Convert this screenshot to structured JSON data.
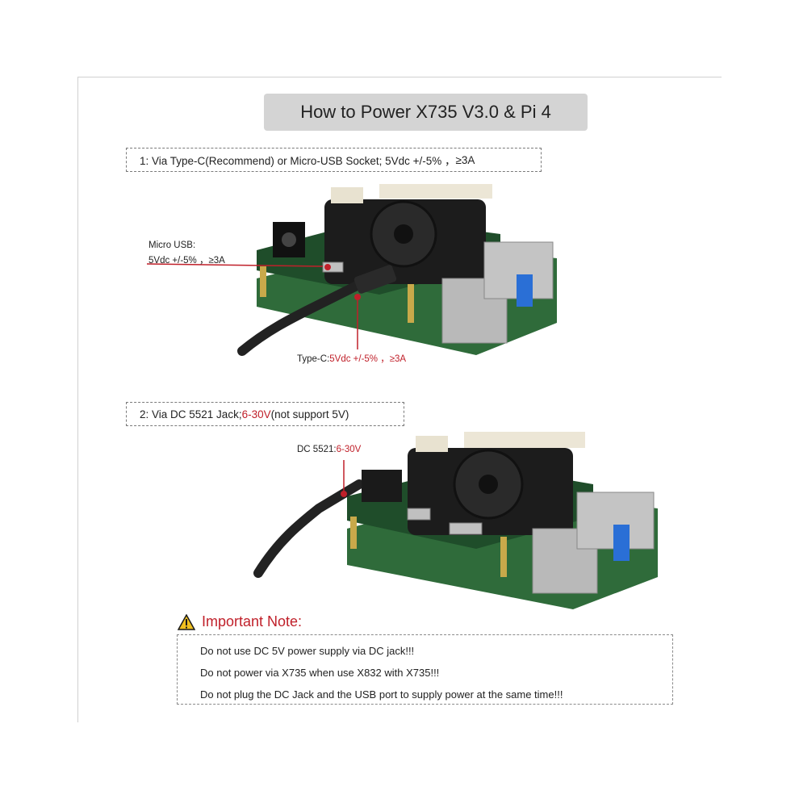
{
  "title": "How to Power X735 V3.0 & Pi 4",
  "step1": {
    "prefix": "1:  Via Type-C(Recommend) or Micro-USB Socket; 5Vdc +/-5% ，",
    "suffix": "≥3A"
  },
  "step2": {
    "prefix": "2:  Via DC 5521 Jack; ",
    "range": "6-30V",
    "suffix": " (not support 5V)"
  },
  "callouts": {
    "micro_usb_label": "Micro USB:",
    "micro_usb_spec": "5Vdc +/-5% ，≥3A",
    "typec_label": "Type-C:",
    "typec_spec": "5Vdc +/-5% ，≥3A",
    "dc_label": "DC 5521:",
    "dc_spec": "6-30V"
  },
  "note": {
    "heading": "Important Note:",
    "lines": [
      "Do not use DC 5V power supply via DC jack!!!",
      "Do not power via X735 when use X832 with X735!!!",
      "Do not plug the DC Jack and the USB port to supply power at the same time!!!"
    ]
  },
  "colors": {
    "accent_red": "#c0202a",
    "title_bg": "#d4d4d4",
    "pcb_green": "#2f6b3a",
    "fan_black": "#1c1c1c"
  }
}
